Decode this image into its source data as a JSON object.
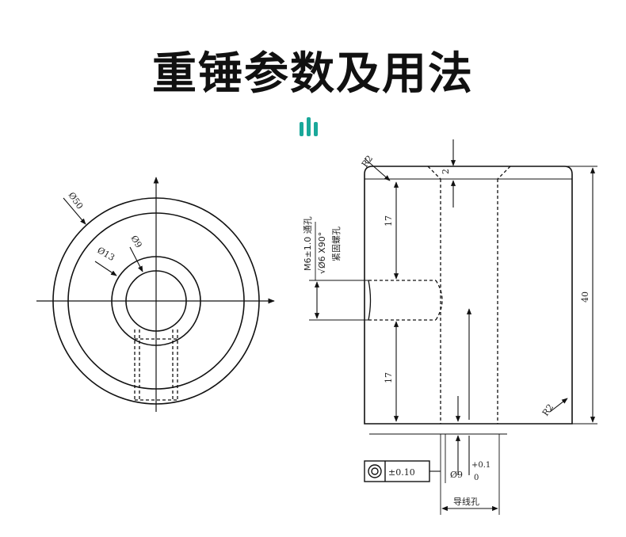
{
  "title": "重锤参数及用法",
  "accent_color": "#1aa89a",
  "front_view": {
    "outer_diameter": "Ø50",
    "inner_diameter_13": "Ø13",
    "inner_diameter_9": "Ø9"
  },
  "side_view": {
    "chamfer_top": "R2",
    "chamfer_bottom": "R2",
    "depth_2": "2",
    "height_17_top": "17",
    "height_17_bottom": "17",
    "height_40": "40",
    "thread_spec": "M6±1.0 通孔",
    "thread_counterbore": "√Ø6 X90°",
    "thread_note": "紧固螺孔",
    "tolerance_value": "±0.10",
    "pilot_diameter": "Ø9",
    "pilot_tol_upper": "+0.1",
    "pilot_tol_lower": "0",
    "pilot_label": "导线孔"
  }
}
